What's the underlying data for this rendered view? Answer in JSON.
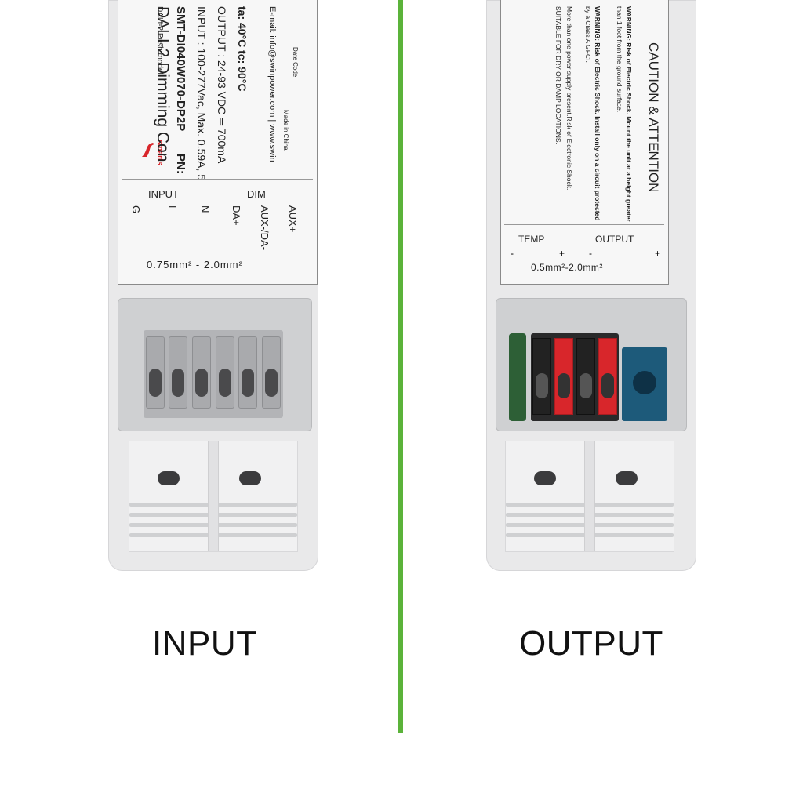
{
  "left_label": {
    "brand": "smarts",
    "title": "DALI-2 Dimming Con",
    "subtitle": "DALI-2 Push model",
    "pn_label": "PN:",
    "pn": "SMT-DI040W070-DP2P",
    "input_spec": "INPUT : 100-277Vac, Max. 0.59A, 5",
    "output_spec": "OUTPUT : 24-93 VDC ═ 700mA",
    "temps": "ta: 40°C   tc: 90°C",
    "email": "E-mail: info@swinpower.com  |  www.swin",
    "made_in": "Made in China",
    "date_code": "Date Code:"
  },
  "left_terminals": {
    "group_input": "INPUT",
    "group_dim": "DIM",
    "pins": [
      "G",
      "L",
      "N",
      "DA+",
      "AUX-/DA-",
      "AUX+"
    ],
    "wire_range": "0.75mm² - 2.0mm²"
  },
  "right_label": {
    "heading": "CAUTION & ATTENTION",
    "line1": "WARNING: Risk of Electric Shock. Mount the unit at a height greater",
    "line2": "than 1 foot from the ground surface.",
    "line3": "WARNING: Risk of Electric Shock. Install only on a circuit protected",
    "line4": "by a Class A GFCI.",
    "line5": "More than one power supply present.Risk of Electronic Shock.",
    "line6": "SUITABLE FOR DRY OR DAMP LOCATIONS."
  },
  "right_terminals": {
    "group_temp": "TEMP",
    "group_output": "OUTPUT",
    "temp_minus": "-",
    "temp_plus": "+",
    "out_minus": "-",
    "out_plus": "+",
    "wire_range": "0.5mm²-2.0mm²"
  },
  "captions": {
    "input": "INPUT",
    "output": "OUTPUT"
  },
  "colors": {
    "divider": "#5bb33a",
    "housing": "#e9e9ea",
    "red_lever": "#d8262b",
    "grey_lever": "#a9aaad",
    "pcb": "#1d5a7a"
  }
}
